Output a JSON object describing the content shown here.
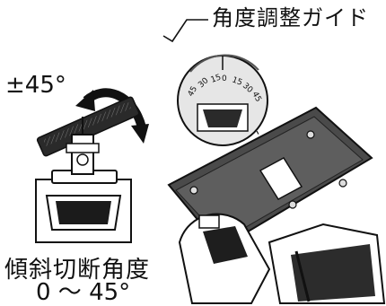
{
  "labels": {
    "angle_guide": "角度調整ガイド",
    "tilt_range_symbol": "±45°",
    "bevel_title": "傾斜切断角度",
    "bevel_range": "0 ～ 45°"
  },
  "scale": {
    "ticks": [
      "45",
      "30",
      "15",
      "0",
      "15",
      "30",
      "45"
    ]
  }
}
